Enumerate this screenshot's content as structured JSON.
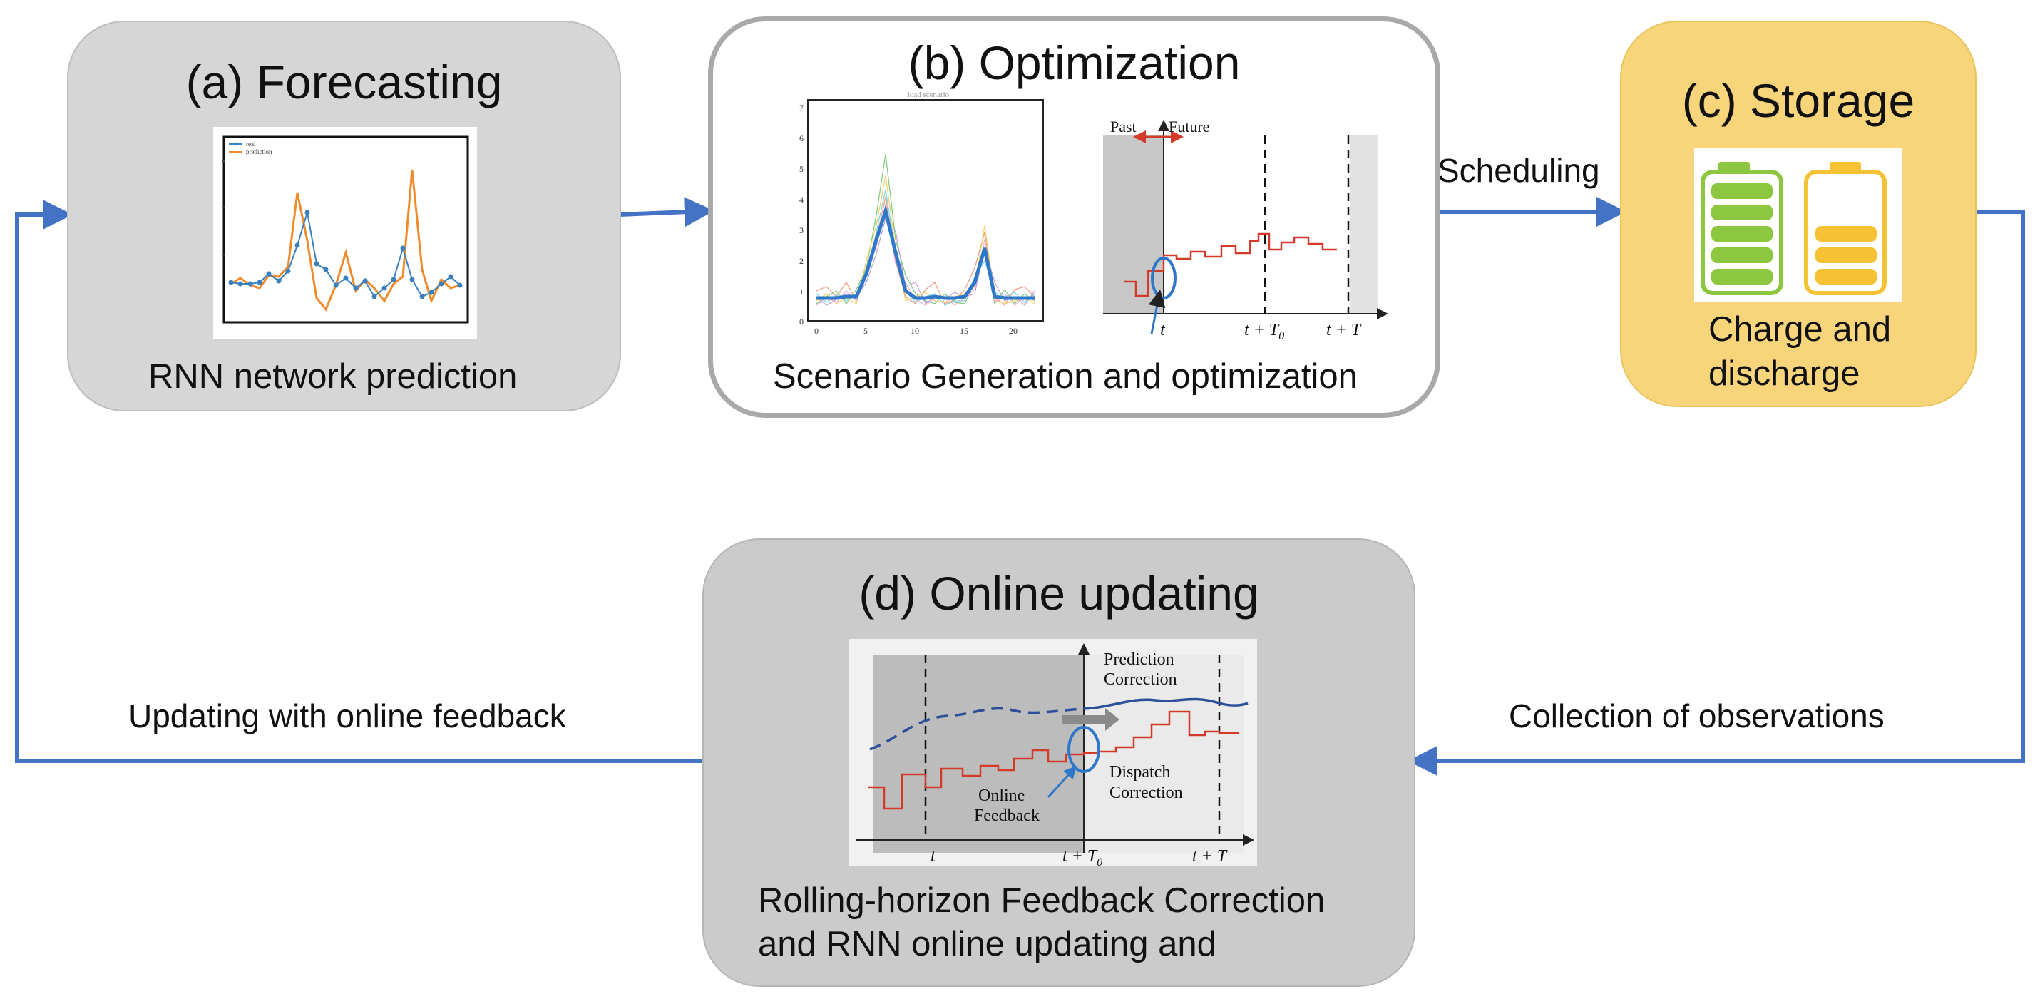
{
  "panels": {
    "forecasting": {
      "title": "(a) Forecasting",
      "caption": "RNN network prediction",
      "legend": [
        "real",
        "prediction"
      ],
      "colors": {
        "real": "#3a80bd",
        "prediction": "#f08a2a"
      }
    },
    "optimization": {
      "title": "(b) Optimization",
      "caption": "Scenario Generation and optimization",
      "scenario_chart": {
        "title": "load scenario",
        "x_ticks": [
          "0",
          "5",
          "10",
          "15",
          "20"
        ],
        "y_ticks": [
          "0",
          "1",
          "2",
          "3",
          "4",
          "5",
          "6",
          "7"
        ]
      },
      "timeline": {
        "past_label": "Past",
        "future_label": "Future",
        "tick_t": "t",
        "tick_t0_main": "t + T",
        "tick_t0_sub": "0",
        "tick_T": "t + T"
      }
    },
    "storage": {
      "title": "(c) Storage",
      "caption_line1": "Charge and",
      "caption_line2": "discharge",
      "colors": {
        "battery_green": "#8dc63f",
        "battery_yellow": "#f6c235"
      }
    },
    "online_updating": {
      "title": "(d) Online updating",
      "caption_line1": "Rolling-horizon Feedback Correction",
      "caption_line2": "and RNN online updating and",
      "timeline": {
        "prediction_correction_1": "Prediction",
        "prediction_correction_2": "Correction",
        "dispatch_correction_1": "Dispatch",
        "dispatch_correction_2": "Correction",
        "online_feedback_1": "Online",
        "online_feedback_2": "Feedback",
        "tick_t": "t",
        "tick_t0_main": "t + T",
        "tick_t0_sub": "0",
        "tick_T": "t + T"
      }
    }
  },
  "links": {
    "scheduling": "Scheduling",
    "collection": "Collection of observations",
    "feedback": "Updating with online feedback"
  },
  "colors": {
    "arrow": "#4472c4",
    "dispatch": "#d43a2a"
  }
}
